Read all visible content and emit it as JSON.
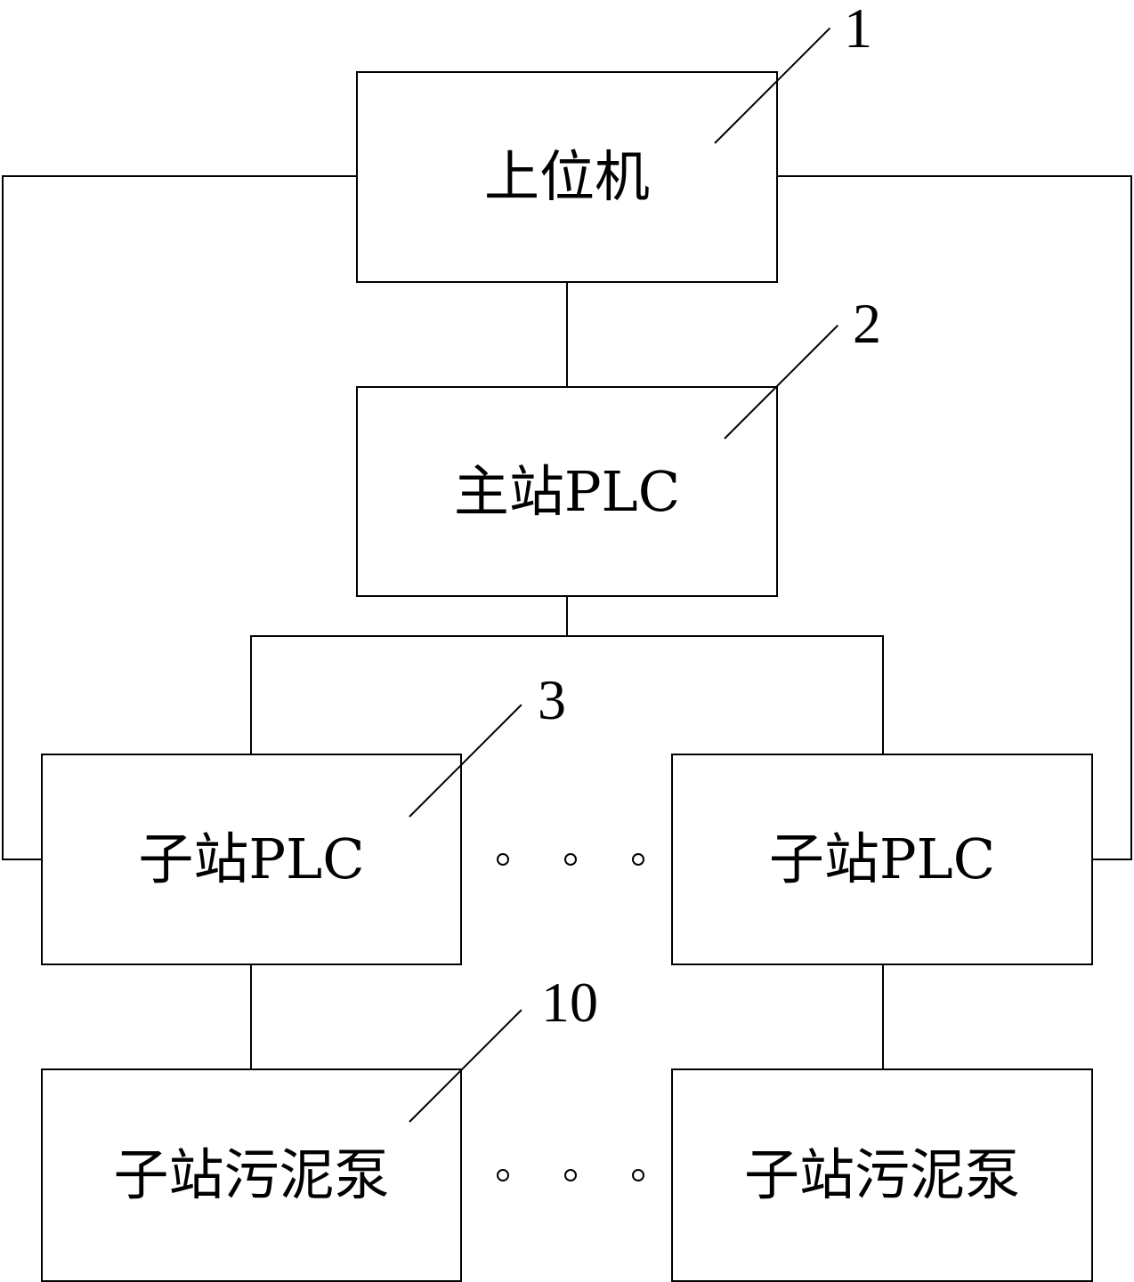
{
  "diagram": {
    "nodes": {
      "host": {
        "label": "上位机",
        "ref": "1"
      },
      "master_plc": {
        "label": "主站PLC",
        "ref": "2"
      },
      "sub_plc_left": {
        "label": "子站PLC",
        "ref": "3"
      },
      "sub_plc_right": {
        "label": "子站PLC"
      },
      "sludge_pump_left": {
        "label": "子站污泥泵",
        "ref": "10"
      },
      "sludge_pump_right": {
        "label": "子站污泥泵"
      }
    }
  }
}
